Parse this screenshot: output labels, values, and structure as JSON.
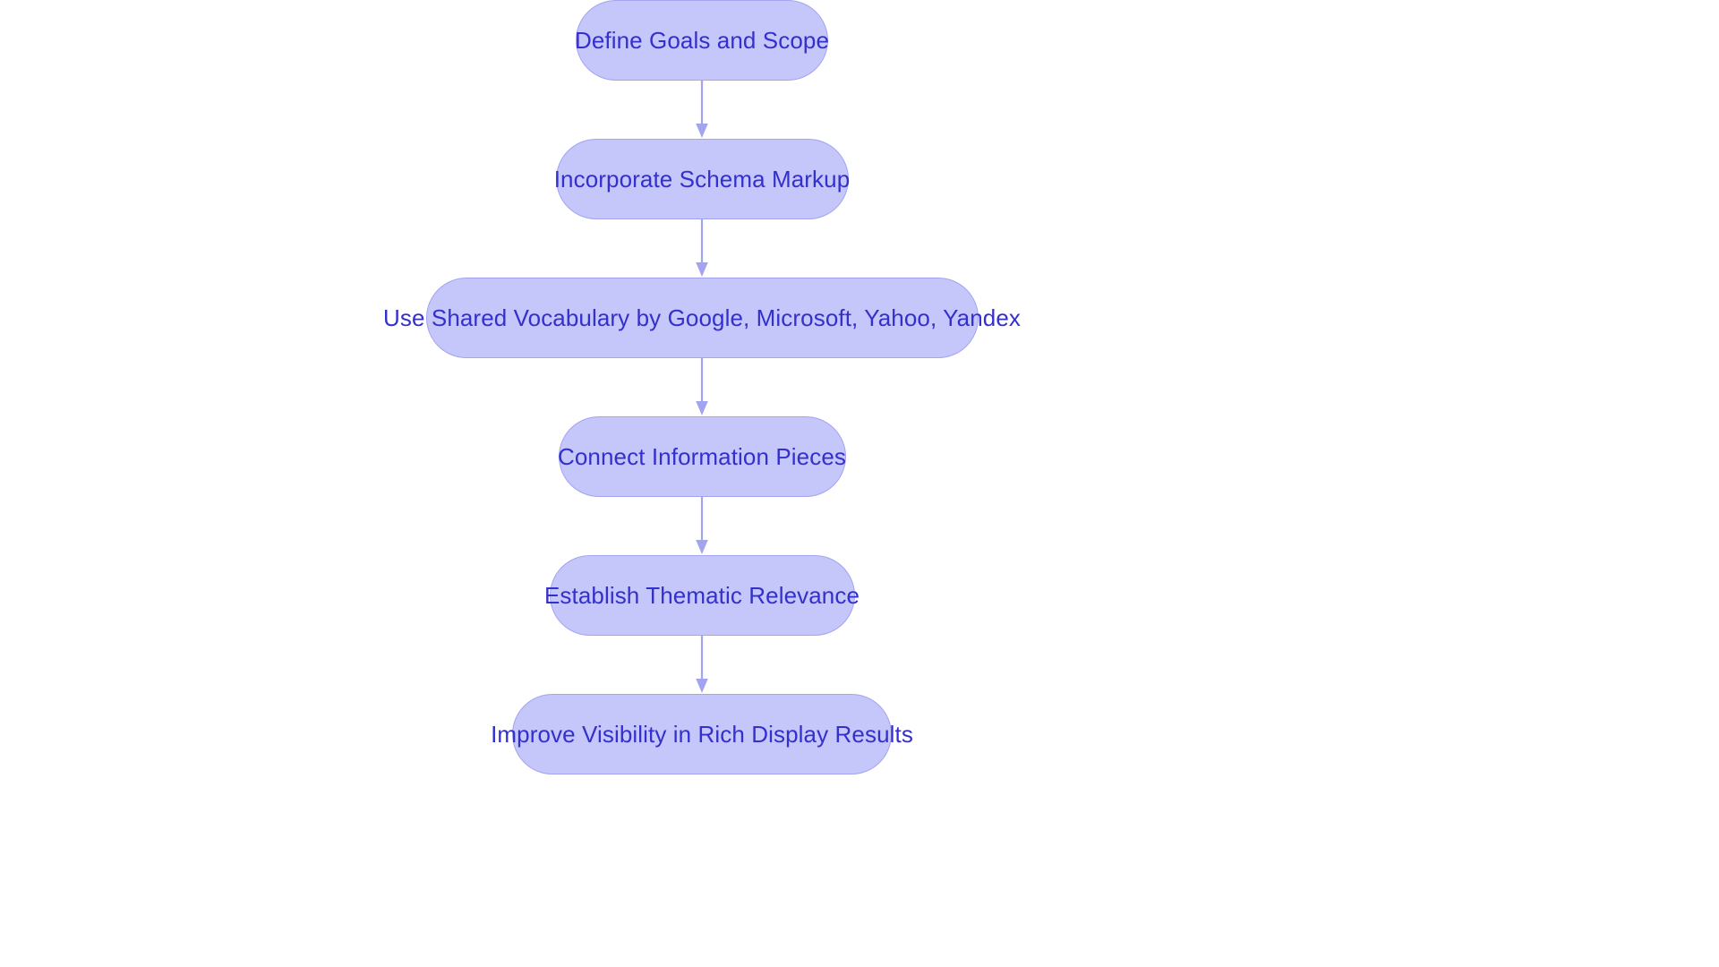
{
  "diagram": {
    "type": "flowchart",
    "orientation": "vertical-top-to-bottom",
    "title": "",
    "background_color": "#ffffff",
    "node_fill_color": "#c5c6fa",
    "node_border_color": "#a3a4f0",
    "node_text_color": "#3330cc",
    "arrow_color": "#a3a4f0",
    "node_shape": "pill",
    "nodes": [
      {
        "id": "n1",
        "label": "Define Goals and Scope"
      },
      {
        "id": "n2",
        "label": "Incorporate Schema Markup"
      },
      {
        "id": "n3",
        "label": "Use Shared Vocabulary by Google, Microsoft, Yahoo, Yandex"
      },
      {
        "id": "n4",
        "label": "Connect Information Pieces"
      },
      {
        "id": "n5",
        "label": "Establish Thematic Relevance"
      },
      {
        "id": "n6",
        "label": "Improve Visibility in Rich Display Results"
      }
    ],
    "edges": [
      {
        "id": "e1",
        "from": "n1",
        "to": "n2",
        "label": ""
      },
      {
        "id": "e2",
        "from": "n2",
        "to": "n3",
        "label": ""
      },
      {
        "id": "e3",
        "from": "n3",
        "to": "n4",
        "label": ""
      },
      {
        "id": "e4",
        "from": "n4",
        "to": "n5",
        "label": ""
      },
      {
        "id": "e5",
        "from": "n5",
        "to": "n6",
        "label": ""
      }
    ]
  }
}
